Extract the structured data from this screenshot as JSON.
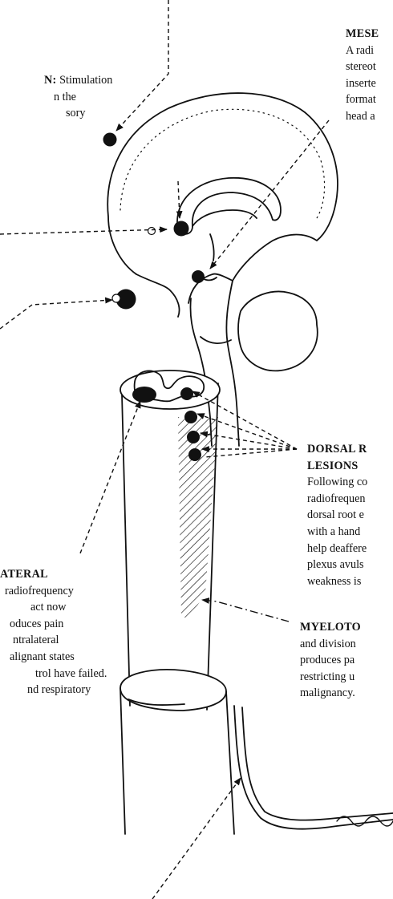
{
  "labels": {
    "mesencephalic": {
      "heading": "MESE",
      "lines": [
        "A radi",
        "stereot",
        "inserte",
        "format",
        "head a"
      ]
    },
    "stimulation": {
      "heading": "N:",
      "lines": [
        "Stimulation",
        "n the",
        "sory"
      ]
    },
    "dorsal_root": {
      "heading_lines": [
        "DORSAL R",
        "LESIONS"
      ],
      "lines": [
        "Following co",
        "radiofrequen",
        "dorsal root e",
        "with a hand",
        "help deaffere",
        "plexus avuls",
        "weakness is"
      ]
    },
    "anterolateral": {
      "heading": "ATERAL",
      "lines": [
        "radiofrequency",
        "act now",
        "oduces pain",
        "ntralateral",
        "alignant states",
        "trol have failed.",
        "nd respiratory"
      ]
    },
    "myelotomy": {
      "heading": "MYELOTO",
      "lines": [
        "and division",
        "produces pa",
        "restricting u",
        "malignancy."
      ]
    }
  },
  "colors": {
    "ink": "#111111",
    "background": "#ffffff"
  }
}
